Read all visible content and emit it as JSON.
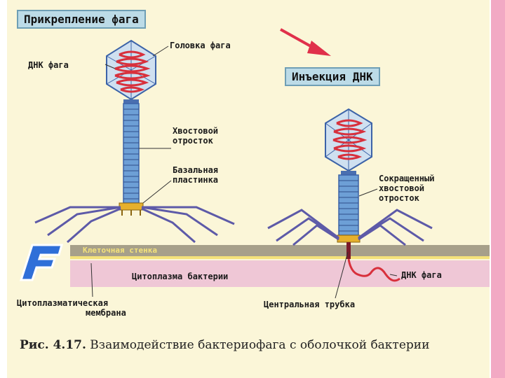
{
  "titles": {
    "attachment": "Прикрепление фага",
    "injection": "Инъекция ДНК"
  },
  "labels": {
    "phage_head": "Головка фага",
    "phage_dna": "ДНК фага",
    "tail": [
      "Хвостовой",
      "отросток"
    ],
    "base_plate": [
      "Базальная",
      "пластинка"
    ],
    "contracted_tail": [
      "Сокращенный",
      "хвостовой",
      "отросток"
    ],
    "cell_wall": "Клеточная стенка",
    "cytoplasm": "Цитоплазма бактерии",
    "phage_dna_injected": "ДНК фага",
    "membrane": [
      "Цитоплазматическая",
      "мембрана"
    ],
    "central_tube": "Центральная трубка"
  },
  "caption": {
    "fig_num": "Рис. 4.17.",
    "text": " Взаимодействие бактериофага с оболочкой бактерии"
  },
  "colors": {
    "background": "#fbf6d8",
    "title_box": "#bcdbe7",
    "head_fill": "#cfe0f0",
    "dna": "#d8303c",
    "tail": "#6d9fd6",
    "legs": "#5d5aa8",
    "base_plate": "#e6b02c",
    "cell_wall": "#a7a08a",
    "cytoplasm": "#efc7d6",
    "arrow": "#e0304a",
    "logo": "#2f6fd8"
  },
  "icons": {
    "logo": "letter-f-logo-icon",
    "arrow": "red-arrow-icon"
  }
}
